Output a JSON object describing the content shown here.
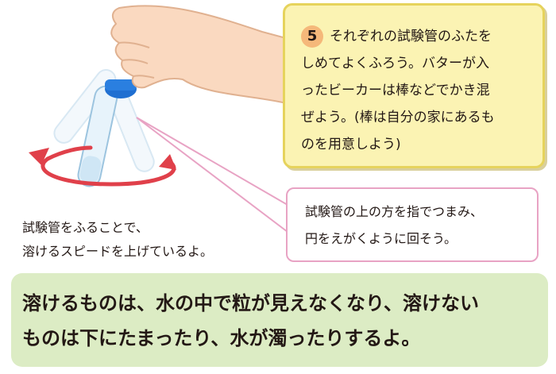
{
  "step": {
    "number": "5",
    "lines": [
      "それぞれの試験管のふたを",
      "しめてよくふろう。バターが入",
      "ったビーカーは棒などでかき混",
      "ぜよう。(棒は自分の家にあるも",
      "のを用意しよう)"
    ]
  },
  "left_caption": {
    "lines": [
      "試験管をふることで、",
      "溶けるスピードを上げているよ。"
    ]
  },
  "bubble": {
    "lines": [
      "試験管の上の方を指でつまみ、",
      "円をえがくように回そう。"
    ]
  },
  "summary": {
    "lines": [
      "溶けるものは、水の中で粒が見えなくなり、溶けない",
      "ものは下にたまったり、水が濁ったりするよ。"
    ]
  },
  "colors": {
    "step_bg": "#fbf3b3",
    "step_border": "#e6d35c",
    "step_number_bg": "#f5b87a",
    "bubble_border": "#e8a3c4",
    "summary_bg": "#dcecc4",
    "arrow": "#e0404a",
    "cap": "#1f6fd1"
  }
}
